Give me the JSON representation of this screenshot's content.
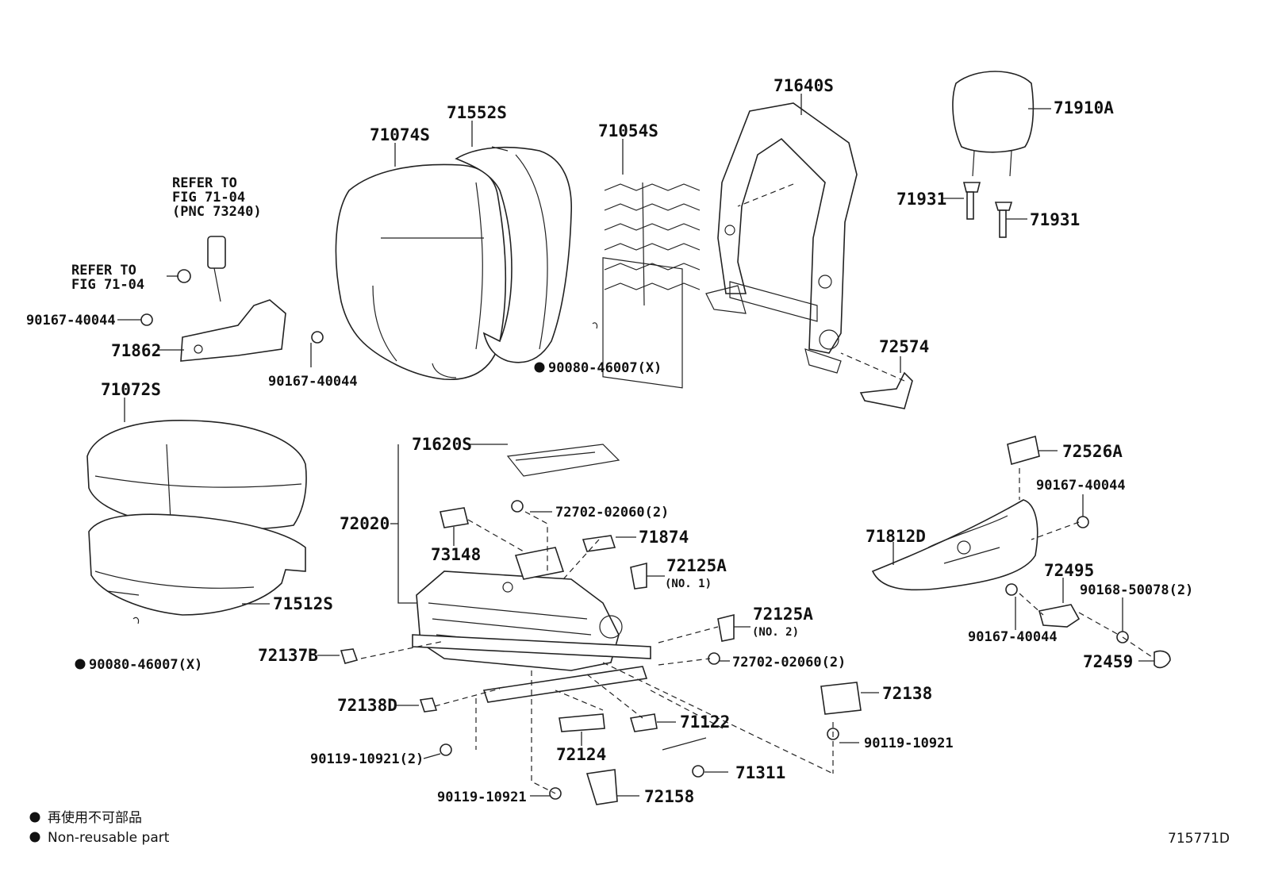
{
  "diagram": {
    "parts": {
      "p71640S": "71640S",
      "p71910A": "71910A",
      "p71552S": "71552S",
      "p71074S": "71074S",
      "p71054S": "71054S",
      "p71931a": "71931",
      "p71931b": "71931",
      "p71862": "71862",
      "p90167_a": "90167-40044",
      "p90167_b": "90167-40044",
      "p90080_a": "90080-46007(X)",
      "p72574": "72574",
      "p71072S": "71072S",
      "p71620S": "71620S",
      "p72702_a": "72702-02060(2)",
      "p71874": "71874",
      "p72020": "72020",
      "p73148": "73148",
      "p72125A_1": "72125A",
      "p72125A_1n": "(NO. 1)",
      "p72125A_2": "72125A",
      "p72125A_2n": "(NO. 2)",
      "p71512S": "71512S",
      "p72137B": "72137B",
      "p72702_b": "72702-02060(2)",
      "p90080_b": "90080-46007(X)",
      "p72138D": "72138D",
      "p72138": "72138",
      "p71122": "71122",
      "p90119_a": "90119-10921(2)",
      "p72124": "72124",
      "p90119_b": "90119-10921",
      "p71311": "71311",
      "p90119_c": "90119-10921",
      "p72158": "72158",
      "p72526A": "72526A",
      "p90167_c": "90167-40044",
      "p71812D": "71812D",
      "p72495": "72495",
      "p90168": "90168-50078(2)",
      "p90167_d": "90167-40044",
      "p72459": "72459"
    },
    "refer1": [
      "REFER TO",
      "FIG 71-04",
      "(PNC 73240)"
    ],
    "refer2": [
      "REFER TO",
      "FIG 71-04"
    ],
    "legend": {
      "jp": "再使用不可部品",
      "en": "Non-reusable part"
    },
    "figure_id": "715771D"
  }
}
